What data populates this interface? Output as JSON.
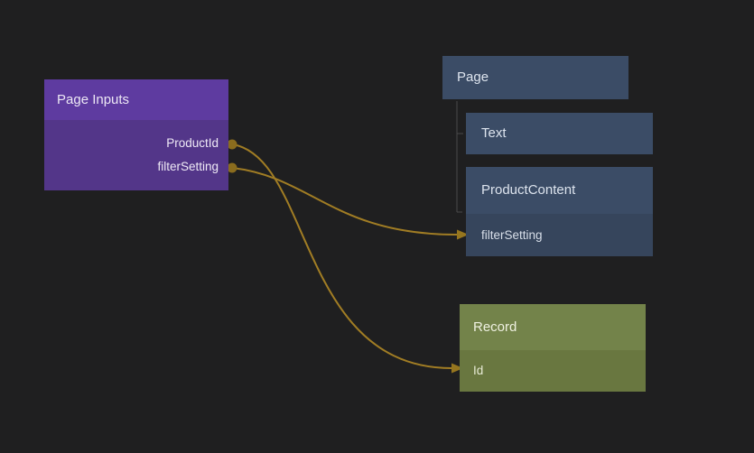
{
  "palette": {
    "background": "#1f1f20",
    "wire_color": "#a17d24",
    "port_dot_color": "#8a6c1e",
    "tree_line_color": "#4a4a4a",
    "page_inputs_header_color": "#5e3ba0",
    "page_inputs_body_color": "#533689",
    "tree_node_color": "#3b4c66",
    "tree_field_row_color": "#36455c",
    "record_header_color": "#73834a",
    "record_body_color": "#697740"
  },
  "page_inputs": {
    "title": "Page Inputs",
    "outputs": [
      {
        "label": "ProductId"
      },
      {
        "label": "filterSetting"
      }
    ]
  },
  "page_tree": {
    "root": {
      "label": "Page"
    },
    "children": [
      {
        "label": "Text",
        "fields": []
      },
      {
        "label": "ProductContent",
        "fields": [
          {
            "label": "filterSetting"
          }
        ]
      }
    ]
  },
  "record": {
    "title": "Record",
    "fields": [
      {
        "label": "Id"
      }
    ]
  },
  "connections": [
    {
      "from": "Page Inputs / ProductId",
      "to": "Record / Id"
    },
    {
      "from": "Page Inputs / filterSetting",
      "to": "ProductContent / filterSetting"
    }
  ]
}
